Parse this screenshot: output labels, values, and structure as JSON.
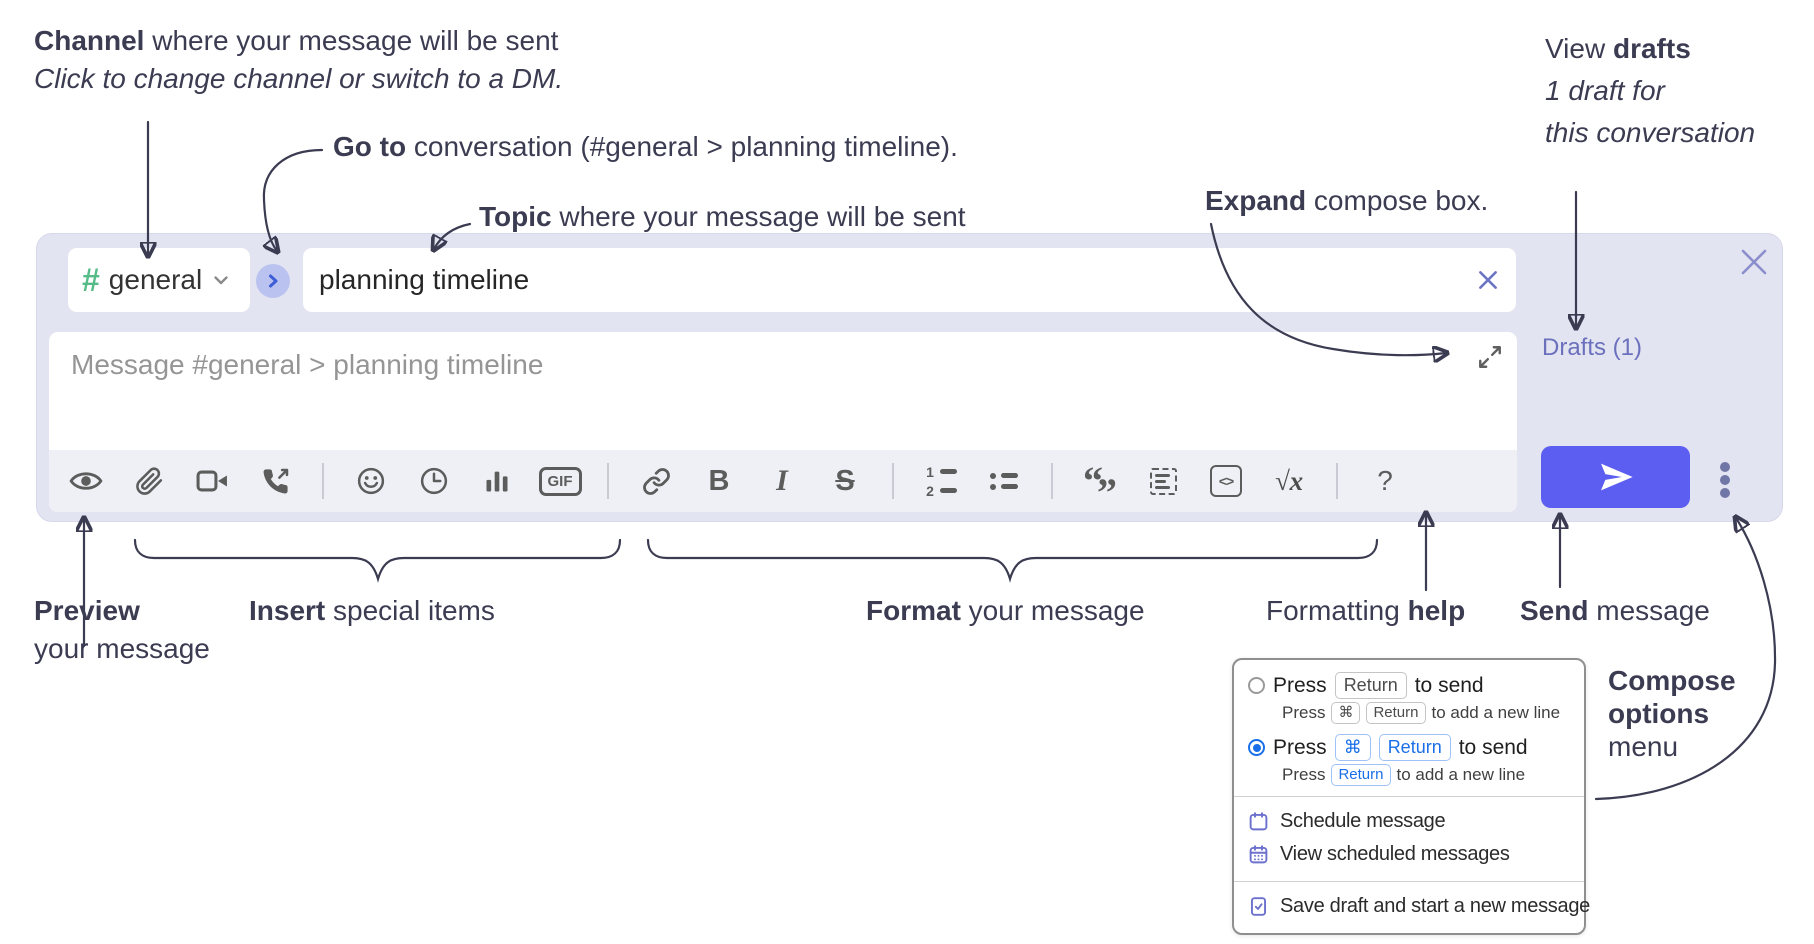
{
  "annotations": {
    "channel": {
      "bold": "Channel",
      "text": " where your message will be sent",
      "subtext": "Click to change channel or switch to a DM."
    },
    "go_to": {
      "bold": "Go to",
      "text": " conversation (#general > planning timeline)."
    },
    "topic": {
      "bold": "Topic",
      "text": " where your message will be sent"
    },
    "expand": {
      "bold": "Expand",
      "text": " compose box."
    },
    "view_drafts": {
      "text": "View ",
      "bold": "drafts",
      "line2": "1 draft for",
      "line3": "this conversation"
    },
    "preview": {
      "bold": "Preview",
      "line2": "your message"
    },
    "insert": {
      "bold": "Insert",
      "text": " special items"
    },
    "format": {
      "bold": "Format",
      "text": " your message"
    },
    "formatting_help": {
      "text": "Formatting ",
      "bold": "help"
    },
    "send": {
      "bold": "Send",
      "text": " message"
    },
    "compose_options": {
      "line1": "Compose",
      "line2": "options",
      "line3": "menu"
    }
  },
  "compose": {
    "channel": {
      "hash": "#",
      "name": "general"
    },
    "topic": {
      "value": "planning timeline"
    },
    "message": {
      "placeholder": "Message #general > planning timeline"
    },
    "drafts_link": "Drafts (1)",
    "toolbar": {
      "gif": "GIF",
      "bold": "B",
      "italic": "I",
      "strike": "S",
      "ol1": "1",
      "ol2": "2",
      "quote_open": "“",
      "quote_close": "”",
      "code": "<>",
      "math": "√x",
      "help": "?"
    }
  },
  "popup": {
    "options": [
      {
        "selected": false,
        "press": "Press",
        "key1": "Return",
        "tail": "to send",
        "sub_press": "Press",
        "sub_key1": "⌘",
        "sub_key2": "Return",
        "sub_tail": "to add a new line"
      },
      {
        "selected": true,
        "press": "Press",
        "key1": "⌘",
        "key2": "Return",
        "tail": "to send",
        "sub_press": "Press",
        "sub_key1": "Return",
        "sub_tail": "to add a new line"
      }
    ],
    "items": [
      {
        "icon": "calendar-icon",
        "label": "Schedule message"
      },
      {
        "icon": "calendar-days-icon",
        "label": "View scheduled messages"
      },
      {
        "icon": "save-draft-icon",
        "label": "Save draft and start a new message"
      }
    ]
  },
  "colors": {
    "send_button": "#5b5ef0",
    "accent_blue": "#1a6fe8",
    "drafts_link": "#6b70bd",
    "hash_green": "#55bb87",
    "menu_icon_purple": "#6c71ce",
    "compose_bg": "#e3e4f1",
    "annotation_text": "#3b3b52"
  }
}
